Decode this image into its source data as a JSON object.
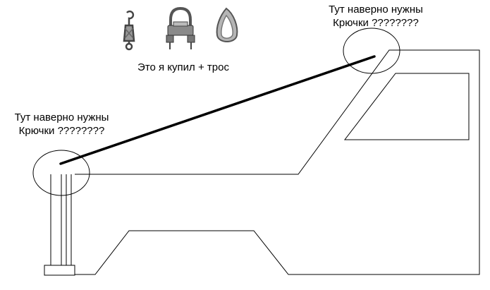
{
  "labels": {
    "right_note": {
      "line1": "Тут наверно нужны",
      "line2": "Крючки ????????"
    },
    "left_note": {
      "line1": "Тут наверно нужны",
      "line2": "Крючки ????????"
    },
    "purchase_caption": "Это я купил + трос"
  },
  "icons": [
    "turnbuckle-icon",
    "wire-rope-clip-icon",
    "rope-thimble-icon"
  ],
  "colors": {
    "line": "#000000",
    "background": "#ffffff"
  }
}
